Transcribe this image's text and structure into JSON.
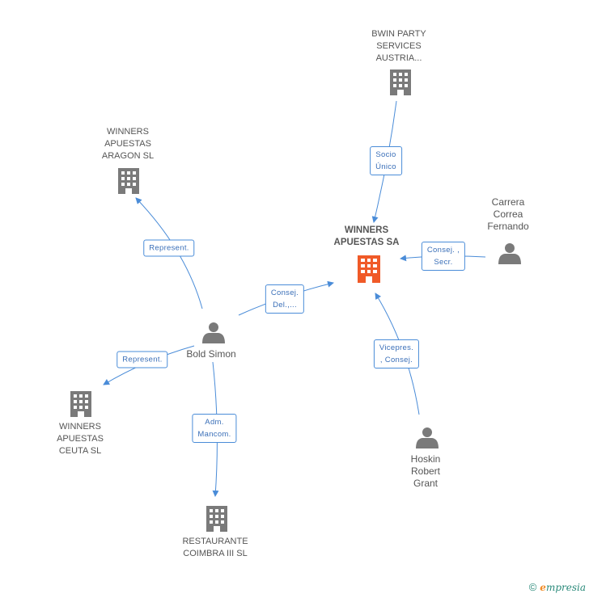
{
  "colors": {
    "building": "#7a7a7a",
    "center_building": "#f05a28",
    "person": "#7a7a7a",
    "edge": "#4a8cd8"
  },
  "nodes": {
    "center": {
      "label": "WINNERS\nAPUESTAS SA"
    },
    "bwin": {
      "label": "BWIN PARTY\nSERVICES\nAUSTRIA..."
    },
    "aragon": {
      "label": "WINNERS\nAPUESTAS\nARAGON SL"
    },
    "carrera": {
      "label": "Carrera\nCorrea\nFernando"
    },
    "bold": {
      "label": "Bold Simon"
    },
    "ceuta": {
      "label": "WINNERS\nAPUESTAS\nCEUTA SL"
    },
    "hoskin": {
      "label": "Hoskin\nRobert\nGrant"
    },
    "coimbra": {
      "label": "RESTAURANTE\nCOIMBRA III SL"
    }
  },
  "edges": {
    "bwin_center": "Socio\nÚnico",
    "carrera_center": "Consej. ,\nSecr.",
    "bold_aragon": "Represent.",
    "bold_center": "Consej.\nDel.,...",
    "bold_ceuta": "Represent.",
    "hoskin_center": "Vicepres.\n, Consej.",
    "bold_coimbra": "Adm.\nMancom."
  },
  "footer": {
    "copyright": "©",
    "brand_first": "e",
    "brand_rest": "mpresia"
  }
}
